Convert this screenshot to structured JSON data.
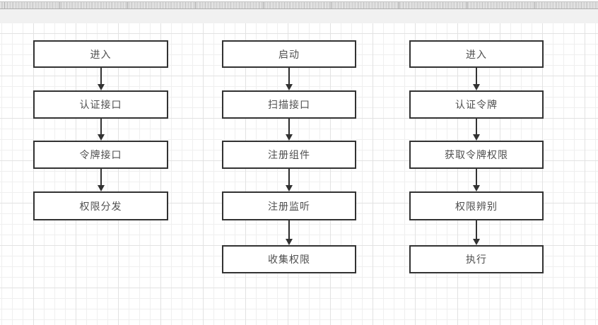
{
  "app": {
    "view": "diagram-editor-canvas"
  },
  "flows": [
    {
      "id": "flow-1",
      "steps": [
        "进入",
        "认证接口",
        "令牌接口",
        "权限分发"
      ]
    },
    {
      "id": "flow-2",
      "steps": [
        "启动",
        "扫描接口",
        "注册组件",
        "注册监听",
        "收集权限"
      ]
    },
    {
      "id": "flow-3",
      "steps": [
        "进入",
        "认证令牌",
        "获取令牌权限",
        "权限辨别",
        "执行"
      ]
    }
  ],
  "colors": {
    "node_border": "#323232",
    "node_fill": "#ffffff",
    "node_text": "#4f4f4f",
    "arrow": "#323232",
    "grid_minor": "#efefef",
    "grid_major": "#e2e2e2",
    "canvas_bg": "#ffffff",
    "margin_bg": "#f1f1f1",
    "ruler_bg": "#d6d6d6"
  }
}
